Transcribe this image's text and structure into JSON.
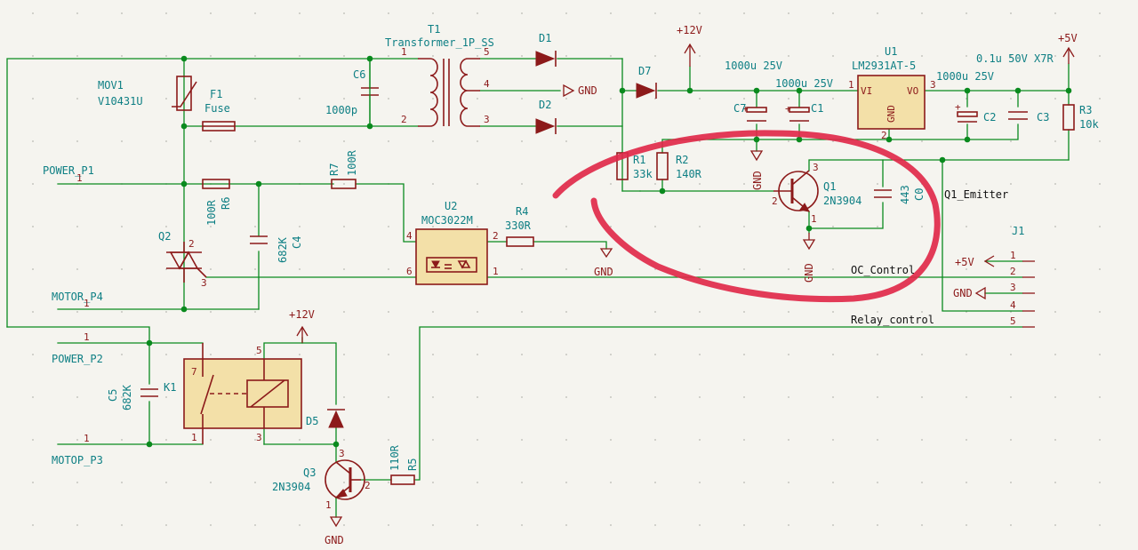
{
  "components": {
    "t1": {
      "ref": "T1",
      "value": "Transformer_1P_SS"
    },
    "d1": {
      "ref": "D1"
    },
    "d2": {
      "ref": "D2"
    },
    "d7": {
      "ref": "D7"
    },
    "mov1": {
      "ref": "MOV1",
      "value": "V10431U"
    },
    "f1": {
      "ref": "F1",
      "value": "Fuse"
    },
    "c6": {
      "ref": "C6",
      "value": "1000p"
    },
    "c7": {
      "ref": "C7",
      "value": "1000u 25V"
    },
    "c1": {
      "ref": "C1",
      "value": "1000u 25V"
    },
    "u1": {
      "ref": "U1",
      "value": "LM2931AT-5"
    },
    "c2": {
      "ref": "C2",
      "value": "1000u 25V"
    },
    "c3": {
      "ref": "C3",
      "value": "0.1u 50V X7R"
    },
    "r3": {
      "ref": "R3",
      "value": "10k"
    },
    "r1": {
      "ref": "R1",
      "value": "33k"
    },
    "r2": {
      "ref": "R2",
      "value": "140R"
    },
    "q1": {
      "ref": "Q1",
      "value": "2N3904"
    },
    "c0": {
      "ref": "C0",
      "value": "443"
    },
    "r7": {
      "ref": "R7",
      "value": "100R"
    },
    "r6": {
      "ref": "R6",
      "value": "100R"
    },
    "c4": {
      "ref": "C4",
      "value": "682K"
    },
    "q2": {
      "ref": "Q2"
    },
    "u2": {
      "ref": "U2",
      "value": "MOC3022M"
    },
    "r4": {
      "ref": "R4",
      "value": "330R"
    },
    "j1": {
      "ref": "J1"
    },
    "k1": {
      "ref": "K1"
    },
    "c5": {
      "ref": "C5",
      "value": "682K"
    },
    "d5": {
      "ref": "D5"
    },
    "q3": {
      "ref": "Q3",
      "value": "2N3904"
    },
    "r5": {
      "ref": "R5",
      "value": "110R"
    }
  },
  "labels": {
    "power_p1": "POWER_P1",
    "motor_p4": "MOTOR_P4",
    "power_p2": "POWER_P2",
    "motop_p3": "MOTOP_P3",
    "oc_control": "OC_Control",
    "relay_control": "Relay_control",
    "q1_emitter": "Q1_Emitter"
  },
  "power": {
    "plus12": "+12V",
    "plus5": "+5V",
    "gnd": "GND"
  },
  "u1_pins": {
    "vi": "VI",
    "vo": "VO",
    "gnd": "GND"
  },
  "pins": {
    "one": "1",
    "two": "2",
    "three": "3",
    "four": "4",
    "five": "5",
    "six": "6",
    "seven": "7"
  },
  "colors": {
    "wire": "#0a8a1e",
    "component": "#8c1a1a",
    "reference": "#0e7f84",
    "ic_body": "#f3e0a8",
    "annotation": "#e0294a",
    "background": "#f5f4ef"
  }
}
